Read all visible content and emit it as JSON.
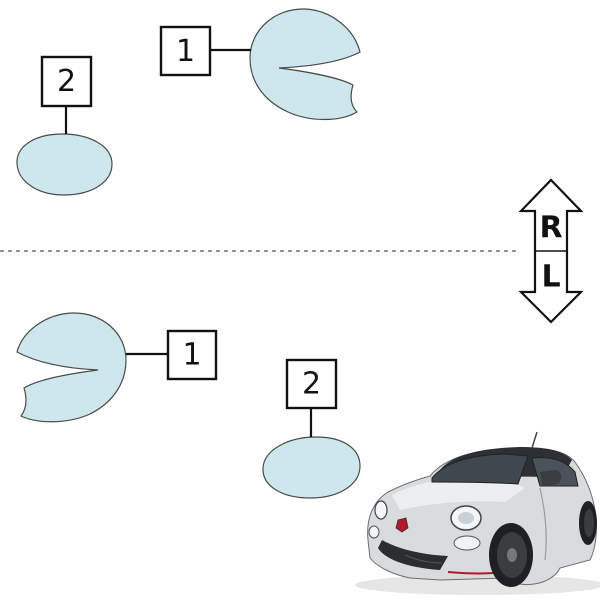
{
  "callouts": {
    "top_part_1": "1",
    "top_part_2": "2",
    "bottom_part_1": "1",
    "bottom_part_2": "2"
  },
  "orientation": {
    "upper_side": "R",
    "lower_side": "L"
  },
  "colors": {
    "part_fill": "#cde7ec",
    "outline": "#111111",
    "divider": "#555555"
  },
  "icons": {
    "orientation": "double-arrow-up-down-icon",
    "vehicle": "car-icon"
  }
}
